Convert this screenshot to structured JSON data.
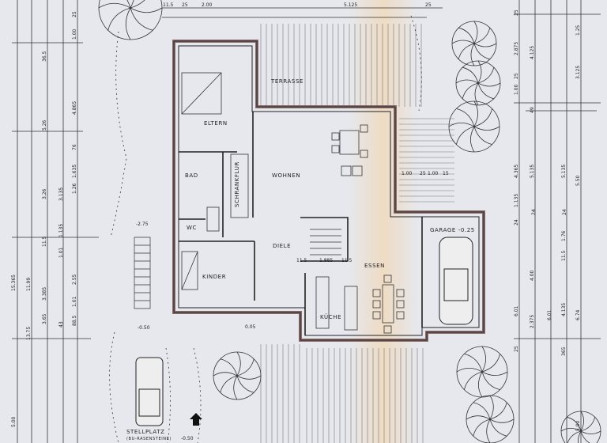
{
  "rooms": {
    "eltern": "ELTERN",
    "bad": "BAD",
    "schrankflur": "SCHRANKFLUR",
    "wohnen": "WOHNEN",
    "wc": "WC",
    "diele": "DIELE",
    "kinder": "KINDER",
    "essen": "ESSEN",
    "kueche": "KÜCHE",
    "garage": "GARAGE -0.25",
    "terrasse": "TERRASSE",
    "stellplatz": "STELLPLATZ",
    "stellplatz_sub": "(BU-RASENSTEINE)"
  },
  "levels": {
    "stair_top": "-2.75",
    "stair_bottom": "-0.50",
    "entrance": "-0.50",
    "porch": "0.05"
  },
  "dimensions": {
    "top": [
      "11.5",
      "25",
      "2.00",
      "5.125",
      "25"
    ],
    "stair": [
      "11.5",
      "1.885",
      "11.5"
    ],
    "garage_side": [
      "1.00",
      "25",
      "1.00",
      "15"
    ],
    "left": [
      "15.365",
      "5.00",
      "11.99",
      "13.75",
      "36.5",
      "5.26",
      "3.26",
      "3.385",
      "3.65",
      "3.135",
      "1.135",
      "1.01",
      "11.5",
      "1.00",
      "25",
      "4.865",
      "76",
      "1.635",
      "1.26",
      "2.55",
      "1.01",
      "88.5",
      "43"
    ],
    "right": [
      "25",
      "2.875",
      "25",
      "1.00",
      "4.365",
      "1.135",
      "24",
      "6.01",
      "25",
      "4.125",
      "49",
      "5.135",
      "4.00",
      "2.375",
      "5.135",
      "1.76",
      "11.5",
      "4.135",
      "6.01",
      "365",
      "1.25",
      "3.125",
      "5.50",
      "6.74",
      "5.00",
      "24",
      "24"
    ]
  },
  "colors": {
    "paper": "#e6e8ee",
    "ink": "#222222",
    "wall_fill": "#d8b9b7",
    "warm_tint": "#f0d8b8"
  }
}
